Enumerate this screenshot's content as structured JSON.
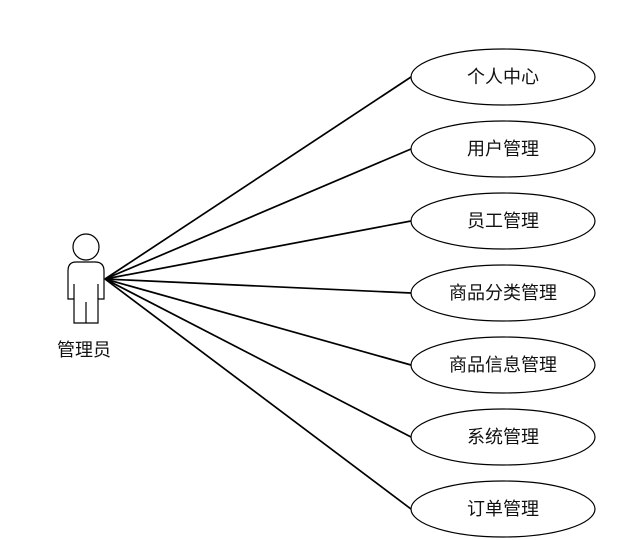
{
  "actor": {
    "label": "管理员",
    "icon": "person-icon"
  },
  "use_cases": [
    {
      "label": "个人中心"
    },
    {
      "label": "用户管理"
    },
    {
      "label": "员工管理"
    },
    {
      "label": "商品分类管理"
    },
    {
      "label": "商品信息管理"
    },
    {
      "label": "系统管理"
    },
    {
      "label": "订单管理"
    }
  ],
  "colors": {
    "stroke": "#000000",
    "fill": "#ffffff",
    "text": "#111111"
  }
}
